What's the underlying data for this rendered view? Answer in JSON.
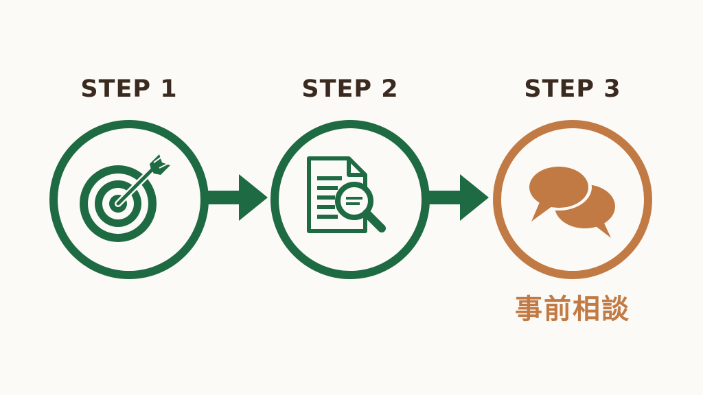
{
  "steps": [
    {
      "label": "STEP 1",
      "icon": "target-arrow-icon",
      "color": "#1e6a43"
    },
    {
      "label": "STEP 2",
      "icon": "document-magnifier-icon",
      "color": "#1e6a43"
    },
    {
      "label": "STEP 3",
      "icon": "speech-bubbles-icon",
      "color": "#c27a45",
      "caption": "事前相談"
    }
  ],
  "colors": {
    "green": "#1e6a43",
    "orange": "#c27a45",
    "label": "#3a2a1f",
    "background": "#fbfaf6"
  }
}
